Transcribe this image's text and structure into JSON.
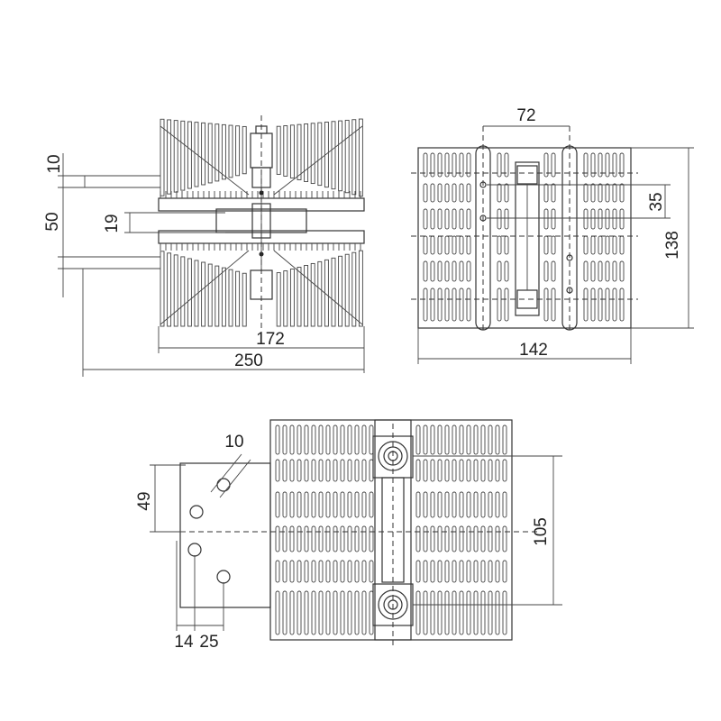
{
  "front_view": {
    "dim_10": "10",
    "dim_50": "50",
    "dim_19": "19",
    "dim_172": "172",
    "dim_250": "250"
  },
  "side_view": {
    "dim_72": "72",
    "dim_35": "35",
    "dim_138": "138",
    "dim_142": "142"
  },
  "top_view": {
    "dim_10": "10",
    "dim_49": "49",
    "dim_105": "105",
    "dim_14": "14",
    "dim_25": "25"
  }
}
